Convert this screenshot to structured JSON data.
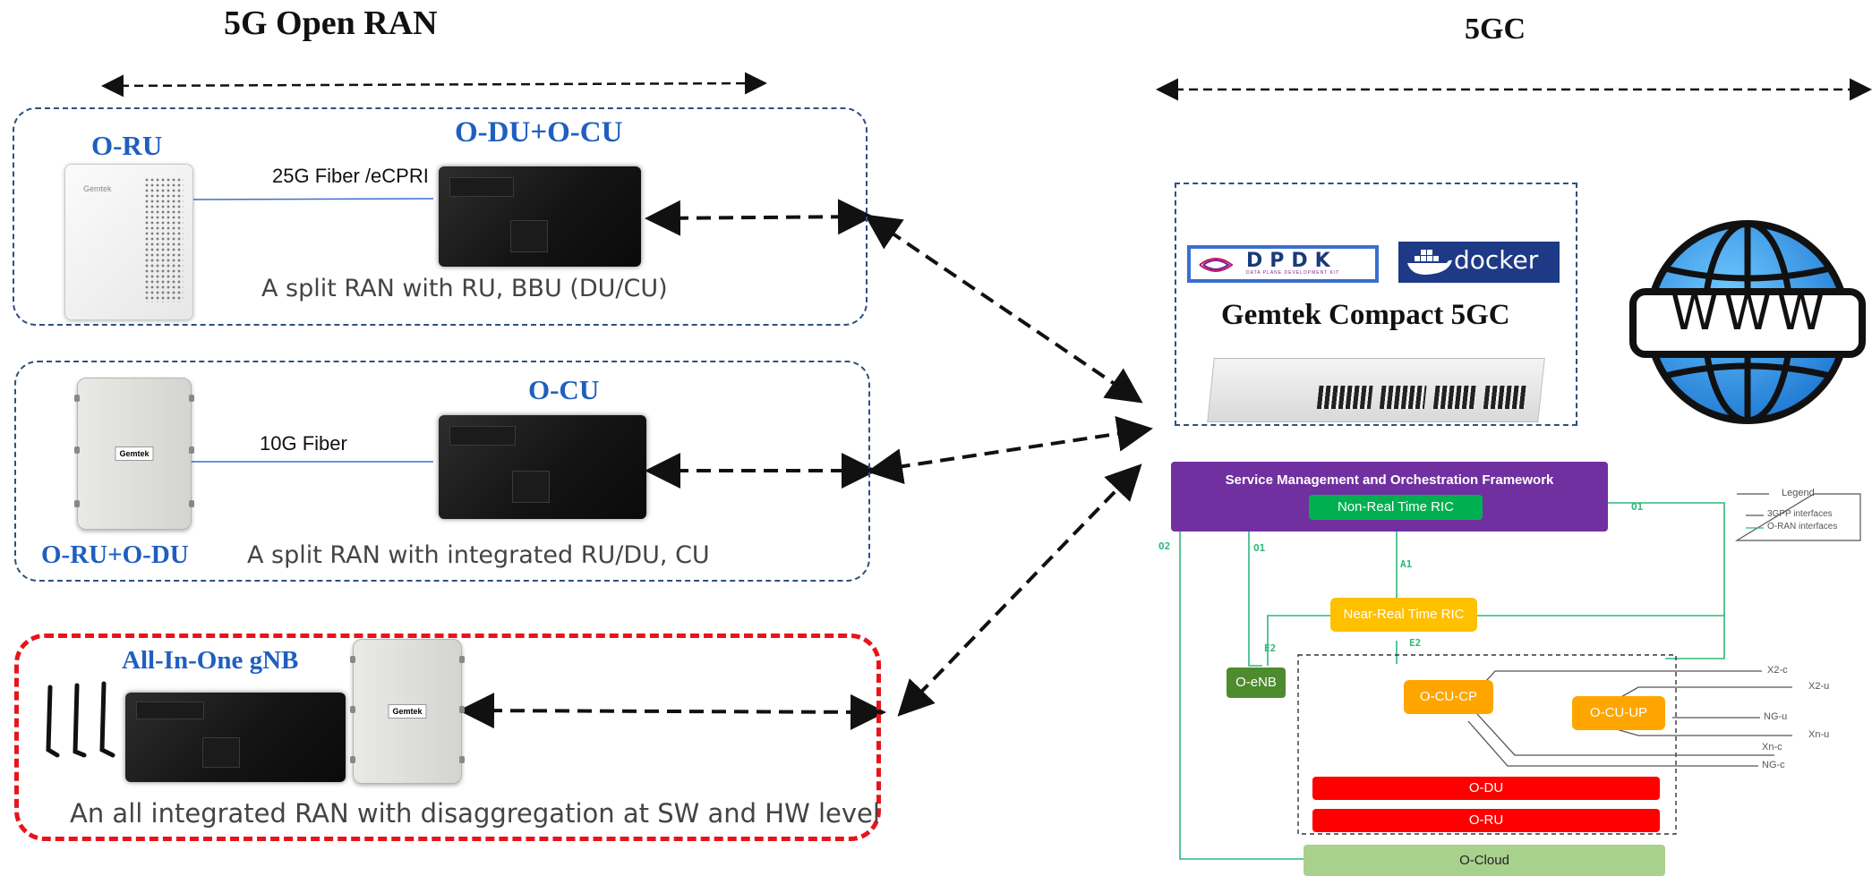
{
  "headings": {
    "ran": "5G Open RAN",
    "core": "5GC"
  },
  "groups": [
    {
      "ru_label": "O-RU",
      "server_label": "O-DU+O-CU",
      "link_label": "25G Fiber /eCPRI",
      "description": "A split RAN with RU, BBU (DU/CU)"
    },
    {
      "ru_label": "O-RU+O-DU",
      "server_label": "O-CU",
      "link_label": "10G Fiber",
      "description": "A split RAN with integrated RU/DU, CU"
    },
    {
      "ru_label": "All-In-One gNB",
      "description": "An all integrated RAN with disaggregation at SW and HW level"
    }
  ],
  "device_branding": {
    "vendor": "Gemtek"
  },
  "core": {
    "dpdk_logo": "DPDK",
    "dpdk_tagline": "DATA PLANE DEVELOPMENT KIT",
    "docker_logo": "docker",
    "title": "Gemtek Compact 5GC",
    "www_label": "WWW"
  },
  "oran": {
    "smo": "Service Management and Orchestration Framework",
    "non_rt_ric": "Non-Real Time RIC",
    "near_rt_ric": "Near-Real Time RIC",
    "o_enb": "O-eNB",
    "o_cu_cp": "O-CU-CP",
    "o_cu_up": "O-CU-UP",
    "o_du": "O-DU",
    "o_ru": "O-RU",
    "o_cloud": "O-Cloud",
    "interfaces": {
      "o1_right": "O1",
      "o2": "O2",
      "o1_left": "O1",
      "a1": "A1",
      "e2_left": "E2",
      "e2_mid": "E2"
    },
    "external": [
      "X2-c",
      "X2-u",
      "NG-u",
      "Xn-u",
      "Xn-c",
      "NG-c"
    ],
    "legend": {
      "title": "Legend",
      "items": [
        "3GPP interfaces",
        "O-RAN interfaces"
      ]
    },
    "colors": {
      "smo": "#7030a0",
      "ric": "#00b050",
      "near_rt": "#ffc000",
      "cu": "#ffa500",
      "enb": "#4e8a2e",
      "du_ru": "#ff0000",
      "cloud": "#a9d18e",
      "oran_line": "#2eb87a",
      "gpp_line": "#555555"
    }
  }
}
